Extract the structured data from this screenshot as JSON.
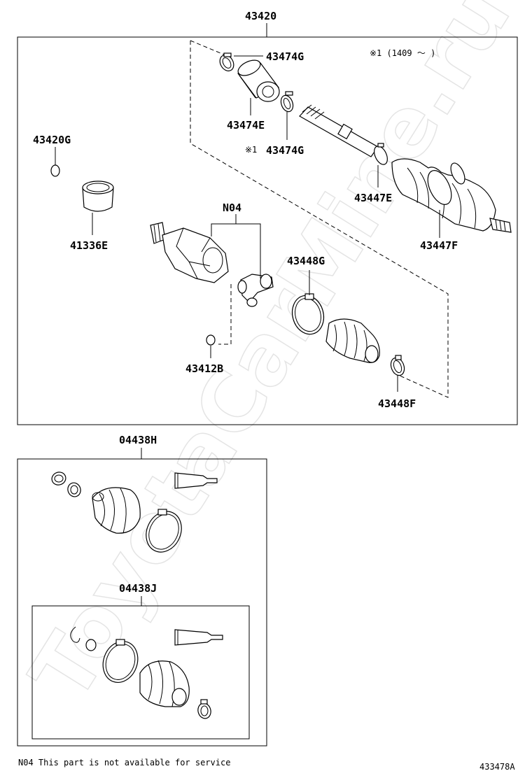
{
  "labels": {
    "assembly": "43420",
    "clamp_top": "43474G",
    "note_top": "※1 (1409 ～      )",
    "damper": "43474E",
    "clamp_mid_mark": "※1",
    "clamp_mid": "43474G",
    "snap_ring": "43420G",
    "dust_cover": "41336E",
    "tripod": "N04",
    "boot_clamp_large_in": "43448G",
    "boot_clamp_out": "43447E",
    "boot_out": "43447F",
    "snap_ring_small": "43412B",
    "boot_clamp_small_in": "43448F",
    "kit_outer": "04438H",
    "kit_inner": "04438J"
  },
  "footer": {
    "note": "N04 This part is not available for service",
    "diagram_code": "433478A"
  },
  "watermark": "ToyotaCarMine.ru"
}
